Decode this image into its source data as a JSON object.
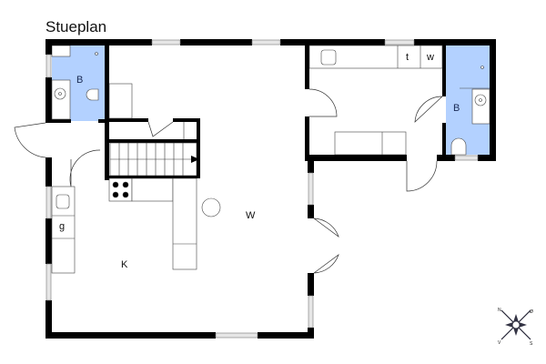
{
  "title": "Stueplan",
  "rooms": [
    {
      "id": "bath1",
      "label": "B"
    },
    {
      "id": "bath2",
      "label": "B"
    },
    {
      "id": "living",
      "label": "W"
    },
    {
      "id": "kitchen",
      "label": "K"
    },
    {
      "id": "fridge",
      "label": "g"
    },
    {
      "id": "dryer",
      "label": "t"
    },
    {
      "id": "washer",
      "label": "w"
    }
  ],
  "compass": {
    "n": "N",
    "e": "Ø",
    "s": "S",
    "w": "V"
  },
  "colors": {
    "wall": "#000000",
    "bathroom": "#b3d1ff",
    "window": "#d8d8d8"
  }
}
